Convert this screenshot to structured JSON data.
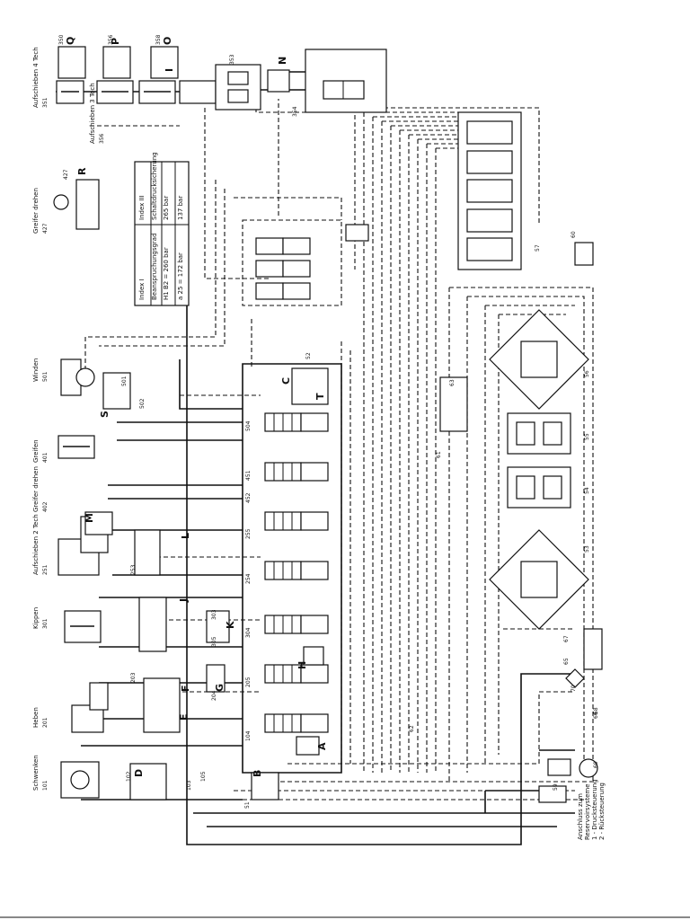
{
  "components": [
    {
      "id": "351",
      "label": "Aufschieben 4 Tech"
    },
    {
      "id": "301",
      "label": "Kippen"
    },
    {
      "id": "201",
      "label": "Heben"
    },
    {
      "id": "101",
      "label": "Schwenken"
    },
    {
      "id": "401",
      "label": "Greifen"
    },
    {
      "id": "501",
      "label": "Winden"
    },
    {
      "id": "402",
      "label": "Greifer drehen"
    },
    {
      "id": "251",
      "label": "Aufschieben 2 Tech"
    },
    {
      "id": "427",
      "label": "Greifer drehen"
    },
    {
      "id": "356",
      "label": "Aufschieben 3 Tech"
    }
  ],
  "letters": [
    "A",
    "B",
    "C",
    "D",
    "E",
    "F",
    "G",
    "H",
    "I",
    "J",
    "K",
    "L",
    "M",
    "N",
    "O",
    "P",
    "Q",
    "R",
    "S",
    "T"
  ],
  "table": {
    "headers": [
      "Index",
      "Beanspruchungsgrad",
      "Schaltdrucksicherung"
    ],
    "col1": [
      "Index I",
      "Beanspruchungsgrad",
      "H1 B2 = 260 bar",
      "a 25 = 172 bar"
    ],
    "col2": [
      "Index III",
      "Schaltdrucksicherung",
      "265 bar",
      "137 bar"
    ]
  },
  "legend": {
    "title": "Anschluss zum",
    "line1": "Reservoirsysteme",
    "line2": "1 - Drucksteuerung",
    "line3": "2 - Rücksteuerung"
  },
  "numbers": [
    "350",
    "356",
    "358",
    "353",
    "354",
    "427",
    "501",
    "502",
    "504",
    "451",
    "452",
    "253",
    "254",
    "255",
    "303",
    "304",
    "305",
    "203",
    "204",
    "205",
    "104",
    "105",
    "102",
    "103",
    "51",
    "52",
    "53",
    "54",
    "55",
    "56",
    "57",
    "59",
    "60",
    "61",
    "62",
    "63",
    "65",
    "66",
    "67",
    "68",
    "69",
    "70"
  ]
}
